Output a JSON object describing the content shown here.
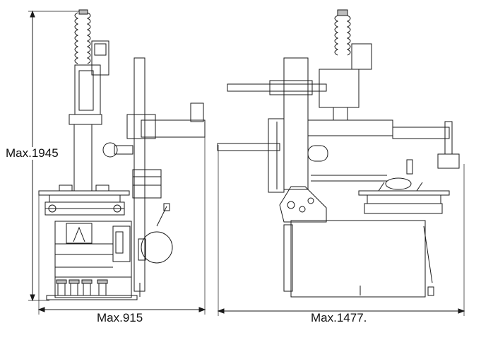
{
  "dimensions": {
    "height_label": "Max.1945",
    "front_width_label": "Max.915",
    "side_width_label": "Max.1477."
  },
  "colors": {
    "line": "#1a1a1a",
    "background": "#ffffff",
    "shade": "#bdbdbd"
  }
}
